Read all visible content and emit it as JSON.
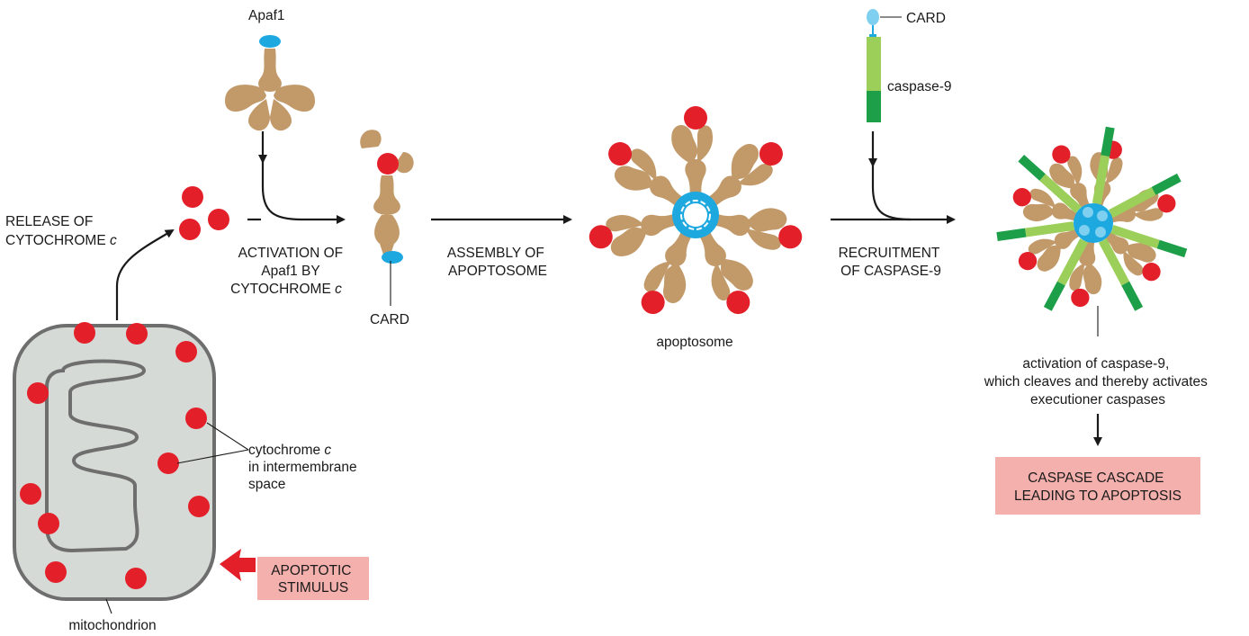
{
  "labels": {
    "apaf1": "Apaf1",
    "release_line1": "RELEASE OF",
    "release_line2": "CYTOCHROME ",
    "release_italic": "c",
    "activation_line1": "ACTIVATION OF",
    "activation_line2": "Apaf1 BY",
    "activation_line3": "CYTOCHROME ",
    "activation_italic": "c",
    "card_left": "CARD",
    "assembly_line1": "ASSEMBLY OF",
    "assembly_line2": "APOPTOSOME",
    "apoptosome": "apoptosome",
    "card_top": "CARD",
    "caspase9": "caspase-9",
    "recruitment_line1": "RECRUITMENT",
    "recruitment_line2": "OF CASPASE-9",
    "activation_note_line1": "activation of caspase-9,",
    "activation_note_line2": "which cleaves and thereby activates",
    "activation_note_line3": "executioner caspases",
    "cyto_line1": "cytochrome ",
    "cyto_italic": "c",
    "cyto_line2": "in intermembrane",
    "cyto_line3": "space",
    "mitochondrion": "mitochondrion"
  },
  "boxes": {
    "stimulus_line1": "APOPTOTIC",
    "stimulus_line2": "STIMULUS",
    "cascade_line1": "CASPASE CASCADE",
    "cascade_line2": "LEADING TO APOPTOSIS"
  },
  "colors": {
    "cytochrome": "#e3202a",
    "apaf1": "#c29a6a",
    "card": "#1ea8e0",
    "caspase_light": "#9ccf5a",
    "caspase_dark": "#1d9e48",
    "mitochondrion_fill": "#d5dad7",
    "mitochondrion_stroke": "#6e6e6e",
    "box_fill": "#f4b0ad",
    "stimulus_arrow": "#e3202a"
  }
}
